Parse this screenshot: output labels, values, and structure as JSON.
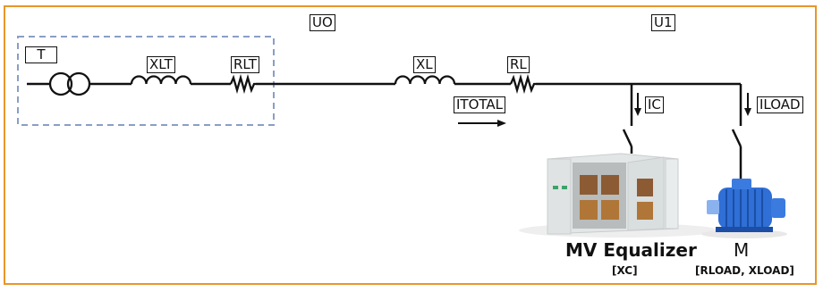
{
  "labels": {
    "transformer": "T",
    "xlt": "XLT",
    "rlt": "RLT",
    "u0": "UO",
    "xl": "XL",
    "rl": "RL",
    "u1": "U1",
    "itotal": "ITOTAL",
    "ic": "IC",
    "iload": "ILOAD"
  },
  "equalizer": {
    "title": "MV Equalizer",
    "subtitle": "[XC]"
  },
  "motor": {
    "title": "M",
    "subtitle": "[RLOAD, XLOAD]"
  },
  "colors": {
    "frame": "#e8962a",
    "dashed_box": "#8a9ec6",
    "line": "#111111",
    "motor": "#2f6fd6",
    "cabinet": "#e3e6e6"
  }
}
